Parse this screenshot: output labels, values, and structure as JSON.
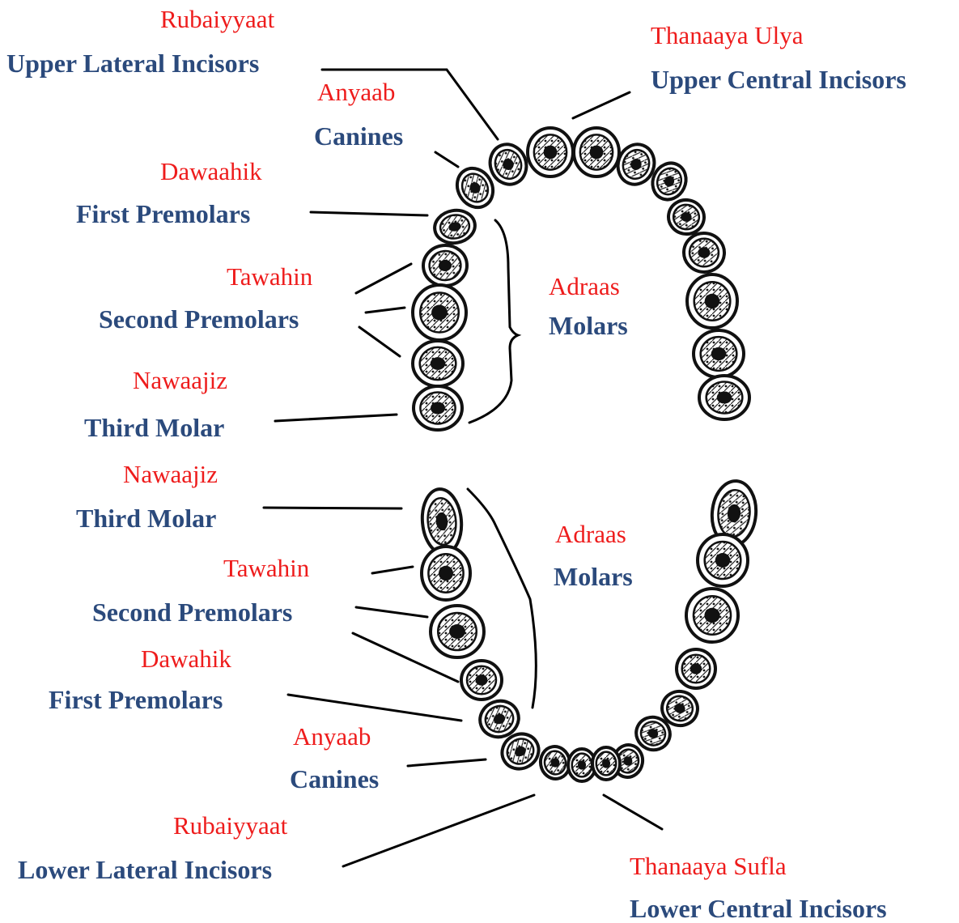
{
  "colors": {
    "arabic_label": "#ee1c1c",
    "english_label": "#2b4a7c",
    "line": "#000000",
    "tooth": "#111111"
  },
  "upper": {
    "lateral_incisors": {
      "arabic": "Rubaiyyaat",
      "english": "Upper Lateral Incisors"
    },
    "central_incisors": {
      "arabic": "Thanaaya Ulya",
      "english": "Upper Central Incisors"
    },
    "canines": {
      "arabic": "Anyaab",
      "english": "Canines"
    },
    "first_premolars": {
      "arabic": "Dawaahik",
      "english": "First Premolars"
    },
    "second_premolars": {
      "arabic": "Tawahin",
      "english": "Second Premolars"
    },
    "molars": {
      "arabic": "Adraas",
      "english": "Molars"
    },
    "third_molar": {
      "arabic": "Nawaajiz",
      "english": "Third Molar"
    }
  },
  "lower": {
    "third_molar": {
      "arabic": "Nawaajiz",
      "english": "Third Molar"
    },
    "molars": {
      "arabic": "Adraas",
      "english": "Molars"
    },
    "second_premolars": {
      "arabic": "Tawahin",
      "english": "Second Premolars"
    },
    "first_premolars": {
      "arabic": "Dawahik",
      "english": "First Premolars"
    },
    "canines": {
      "arabic": "Anyaab",
      "english": "Canines"
    },
    "lateral_incisors": {
      "arabic": "Rubaiyyaat",
      "english": "Lower Lateral Incisors"
    },
    "central_incisors": {
      "arabic": "Thanaaya Sufla",
      "english": "Lower Central Incisors"
    }
  }
}
